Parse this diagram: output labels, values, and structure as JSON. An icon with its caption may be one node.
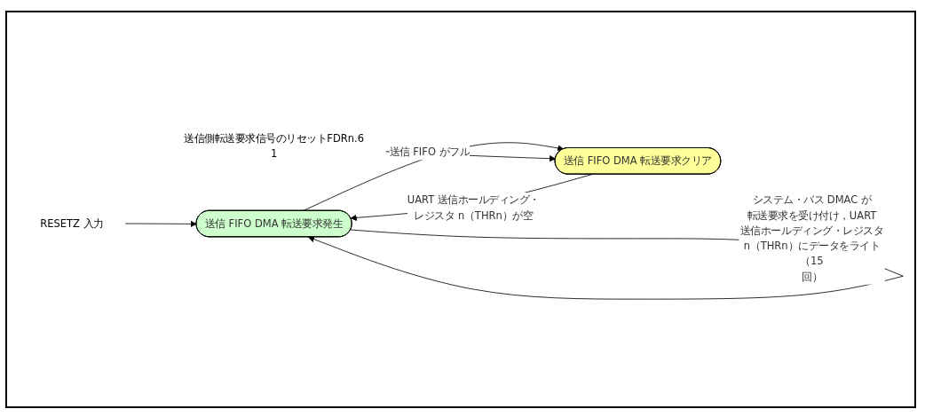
{
  "diagram": {
    "nodes": [
      {
        "text": [
          "RESETZ 入力"
        ]
      },
      {
        "text": [
          "送信 FIFO DMA 転送要求発生"
        ]
      },
      {
        "text": [
          "送信 FIFO DMA 転送要求クリア"
        ]
      },
      {
        "text": [
          "送信側転送要求信号のリセットFDRn.6　1"
        ]
      }
    ],
    "edges": [
      {
        "from": 0,
        "to": 1,
        "arrow": "to"
      },
      {
        "from": 1,
        "to": 2,
        "arrow": "to",
        "label": "送信 FIFO がフル"
      },
      {
        "from": 2,
        "to": 1,
        "arrow": "to",
        "label": "UART 送信ホールディング・レジスタ n（THRn）が空"
      },
      {
        "from": 3,
        "to": 2,
        "arrow": "to"
      },
      {
        "from": 1,
        "to": 1,
        "arrow": "to",
        "label": "システム・バス DMAC が転送要求を受け付け，UART 送信ホールディング・レジスタ n（THRn）にデータをライト（15 回）"
      }
    ]
  }
}
